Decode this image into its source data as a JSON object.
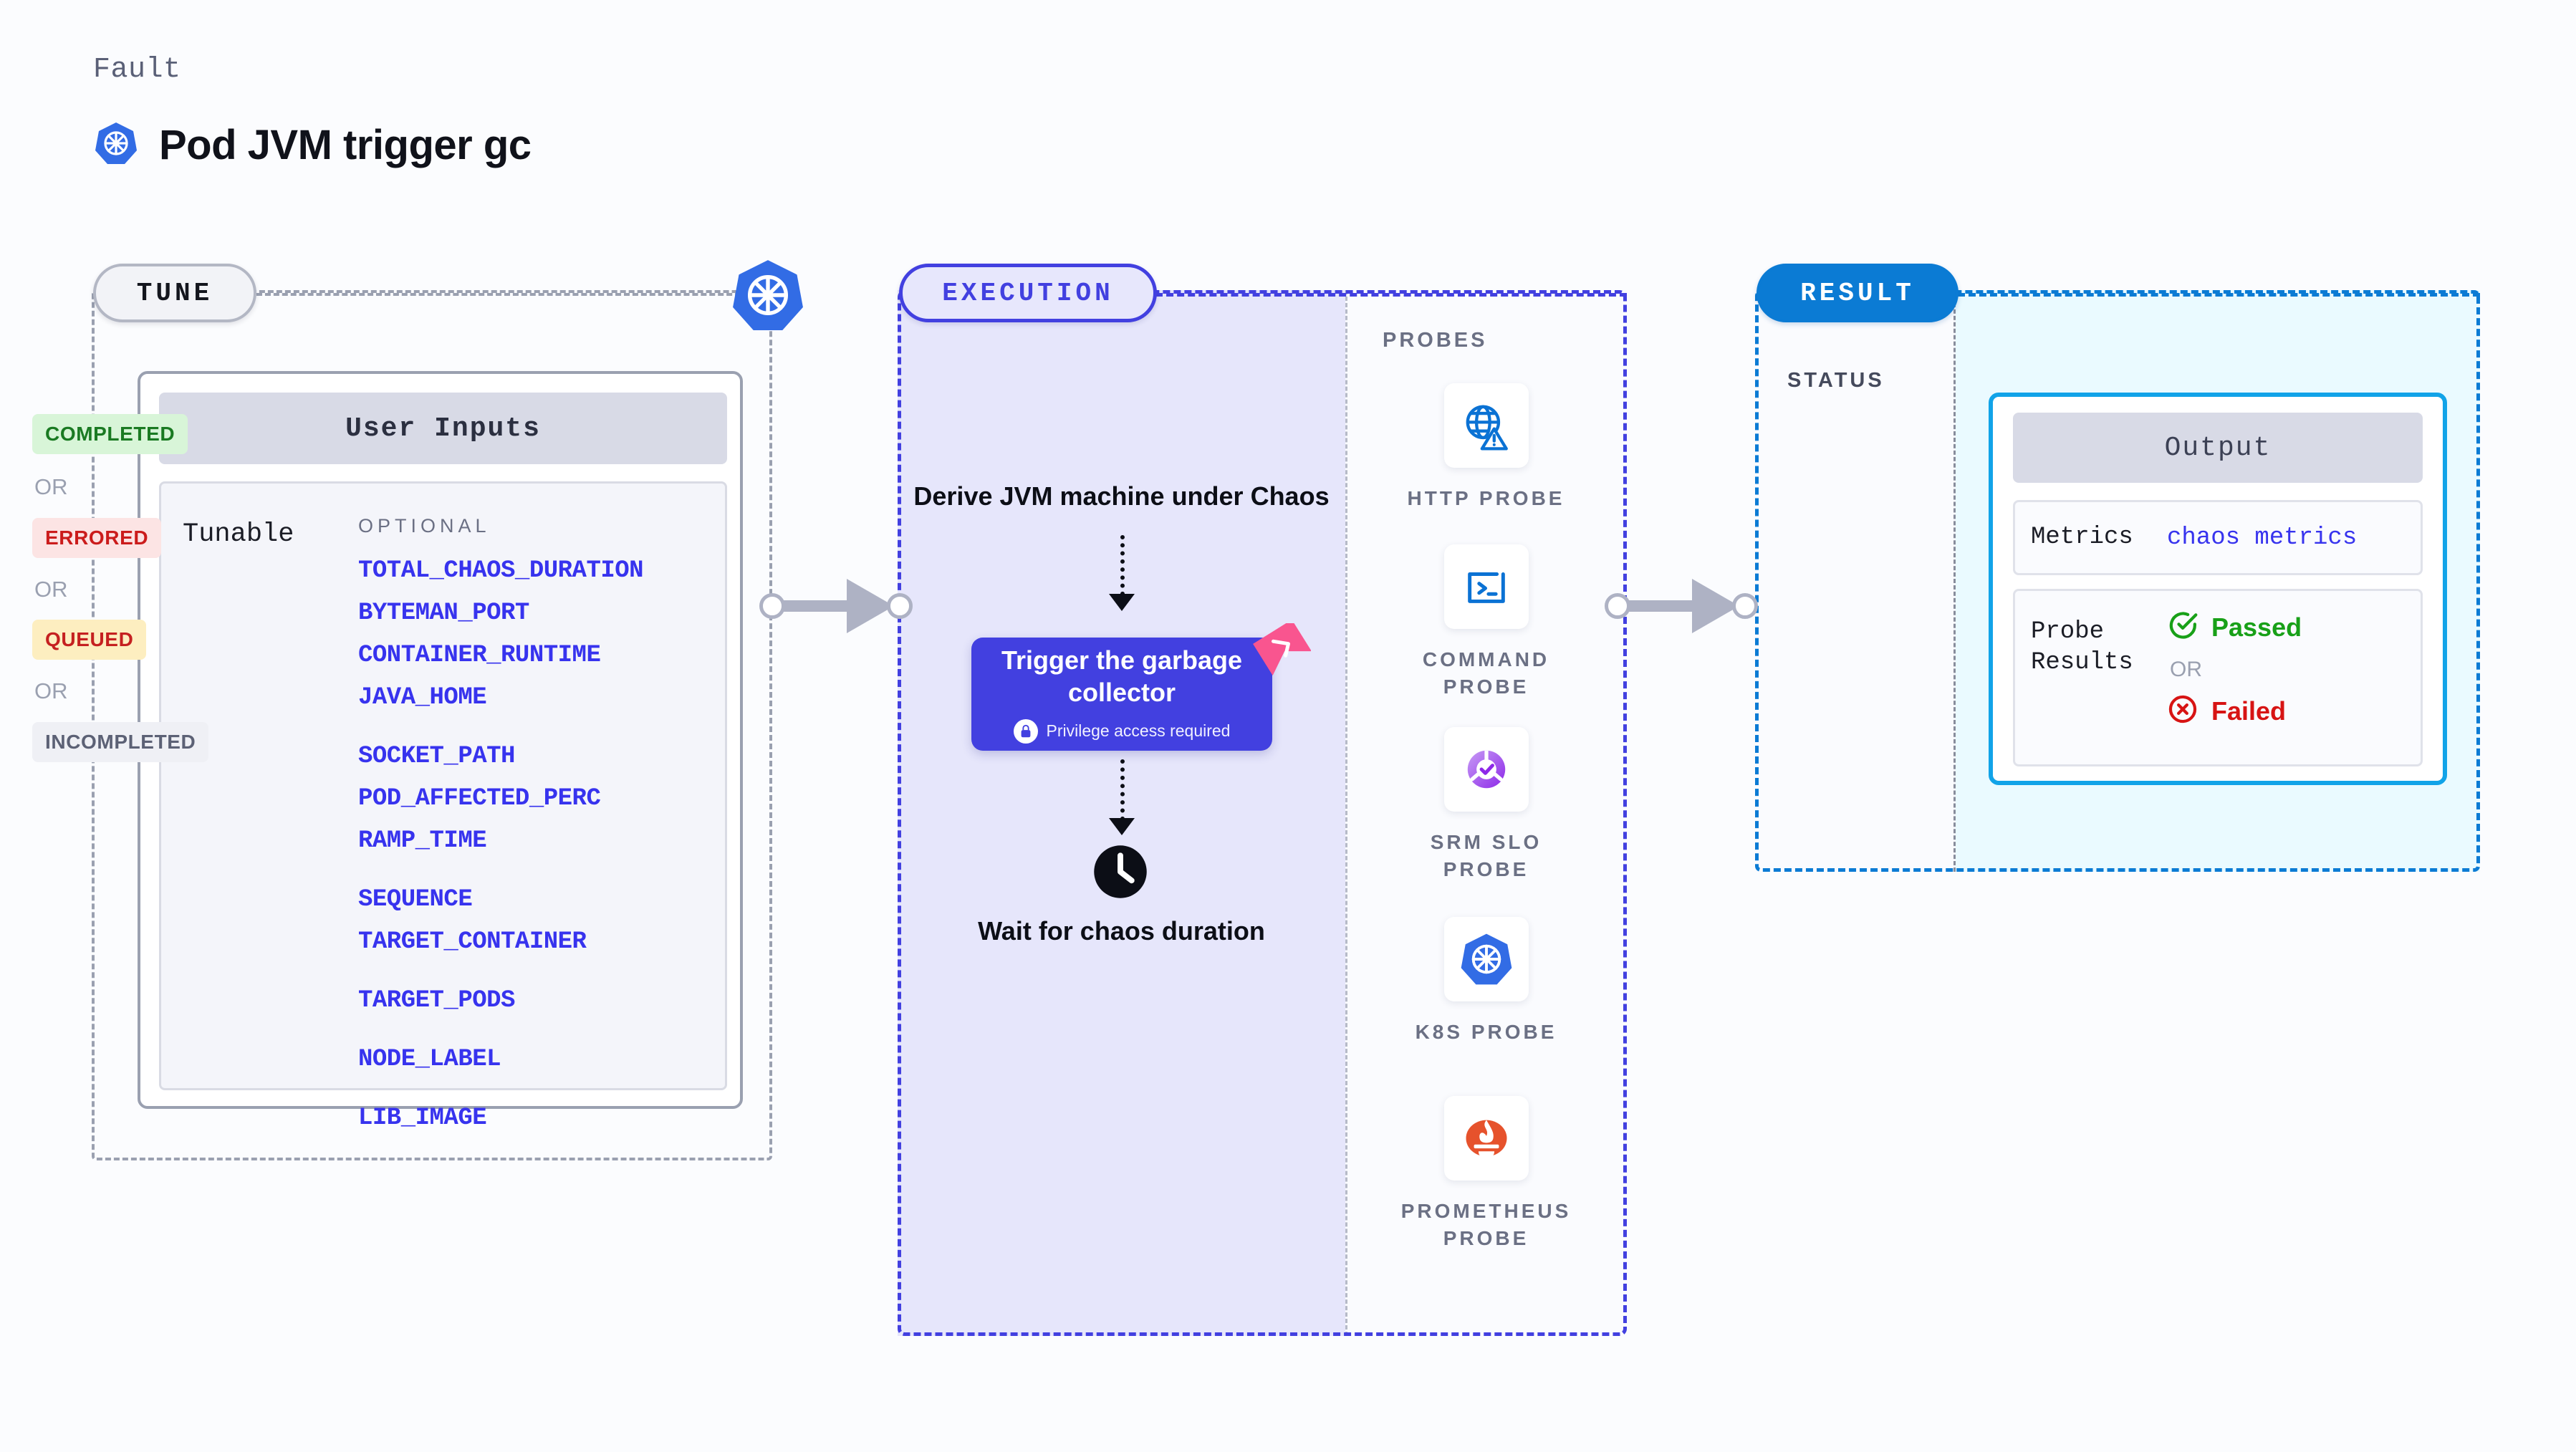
{
  "header": {
    "kicker": "Fault",
    "title": "Pod JVM trigger gc",
    "icon": "kubernetes-icon"
  },
  "tune": {
    "pill_label": "TUNE",
    "node_icon": "kubernetes-icon",
    "card": {
      "header": "User Inputs",
      "row_label": "Tunable",
      "group_label": "OPTIONAL",
      "items": [
        "TOTAL_CHAOS_DURATION",
        "BYTEMAN_PORT",
        "CONTAINER_RUNTIME",
        "JAVA_HOME",
        "SOCKET_PATH",
        "POD_AFFECTED_PERC",
        "RAMP_TIME",
        "SEQUENCE",
        "TARGET_CONTAINER",
        "TARGET_PODS",
        "NODE_LABEL",
        "LIB_IMAGE"
      ]
    }
  },
  "execution": {
    "pill_label": "EXECUTION",
    "step_1": "Derive JVM machine under Chaos",
    "card": {
      "title": "Trigger the garbage collector",
      "privilege_note": "Privilege access required",
      "lock_icon": "lock-icon",
      "ribbon_icon": "ribbon-badge-icon"
    },
    "step_2": "Wait for chaos duration",
    "step_2_icon": "clock-icon"
  },
  "probes": {
    "header": "PROBES",
    "items": [
      {
        "label": "HTTP PROBE",
        "icon": "globe-warning-icon"
      },
      {
        "label": "COMMAND PROBE",
        "icon": "terminal-icon"
      },
      {
        "label": "SRM SLO PROBE",
        "icon": "srm-slo-icon"
      },
      {
        "label": "K8S PROBE",
        "icon": "kubernetes-icon"
      },
      {
        "label": "PROMETHEUS PROBE",
        "icon": "prometheus-icon"
      }
    ]
  },
  "result": {
    "pill_label": "RESULT",
    "status_header": "STATUS",
    "or_label": "OR",
    "statuses": [
      {
        "label": "COMPLETED",
        "bg": "#d8f5d8",
        "fg": "#1a7a22"
      },
      {
        "label": "ERRORED",
        "bg": "#fce4e4",
        "fg": "#cb1c1c"
      },
      {
        "label": "QUEUED",
        "bg": "#fdeec0",
        "fg": "#c52020"
      },
      {
        "label": "INCOMPLETED",
        "bg": "#eff0f5",
        "fg": "#5c6175"
      }
    ],
    "output": {
      "header": "Output",
      "metrics_key": "Metrics",
      "metrics_value": "chaos metrics",
      "probe_key": "Probe Results",
      "passed_label": "Passed",
      "passed_icon": "check-circle-icon",
      "or_label": "OR",
      "failed_label": "Failed",
      "failed_icon": "x-circle-icon"
    }
  },
  "colors": {
    "accent_indigo": "#4240e0",
    "accent_blue": "#0b7bd4",
    "accent_cyan": "#11a3e8",
    "tunable_blue": "#3733ee",
    "pass_green": "#18a018",
    "fail_red": "#d71414",
    "ribbon_pink": "#f9558f"
  }
}
